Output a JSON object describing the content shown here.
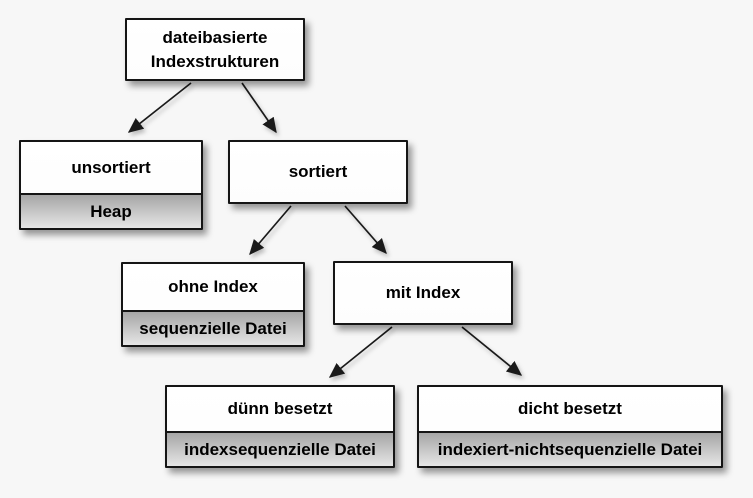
{
  "diagram": {
    "description": "dateibasierte Indexstrukturen",
    "colors": {
      "background": "#f7f7f7",
      "box_fill": "#ffffff",
      "box_border": "#151515",
      "sublabel_gradient_top": "#a6a6a6",
      "sublabel_gradient_bottom": "#e6e6e6",
      "arrow": "#1a1a1a",
      "text": "#000000"
    },
    "nodes": {
      "root": {
        "label": "dateibasierte Indexstrukturen"
      },
      "unsortiert": {
        "label": "unsortiert",
        "sublabel": "Heap"
      },
      "sortiert": {
        "label": "sortiert"
      },
      "ohne_index": {
        "label": "ohne Index",
        "sublabel": "sequenzielle Datei"
      },
      "mit_index": {
        "label": "mit Index"
      },
      "duenn_besetzt": {
        "label": "dünn besetzt",
        "sublabel": "indexsequenzielle Datei"
      },
      "dicht_besetzt": {
        "label": "dicht besetzt",
        "sublabel": "indexiert-nichtsequenzielle Datei"
      }
    },
    "edges": [
      {
        "from": "root",
        "to": "unsortiert"
      },
      {
        "from": "root",
        "to": "sortiert"
      },
      {
        "from": "sortiert",
        "to": "ohne_index"
      },
      {
        "from": "sortiert",
        "to": "mit_index"
      },
      {
        "from": "mit_index",
        "to": "duenn_besetzt"
      },
      {
        "from": "mit_index",
        "to": "dicht_besetzt"
      }
    ]
  }
}
